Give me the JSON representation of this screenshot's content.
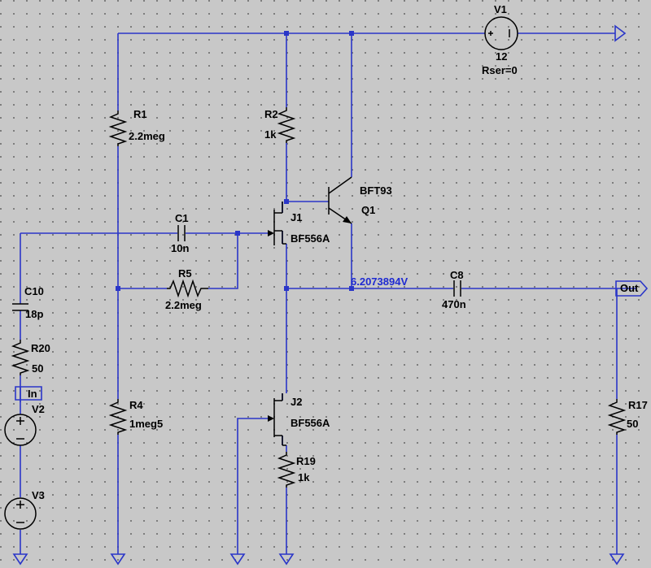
{
  "components": {
    "V1": {
      "ref": "V1",
      "value": "12",
      "extra": "Rser=0"
    },
    "R1": {
      "ref": "R1",
      "value": "2.2meg"
    },
    "R2": {
      "ref": "R2",
      "value": "1k"
    },
    "Q1": {
      "ref": "Q1",
      "model": "BFT93"
    },
    "J1": {
      "ref": "J1",
      "model": "BF556A"
    },
    "C1": {
      "ref": "C1",
      "value": "10n"
    },
    "R5": {
      "ref": "R5",
      "value": "2.2meg"
    },
    "C8": {
      "ref": "C8",
      "value": "470n"
    },
    "C10": {
      "ref": "C10",
      "value": "18p"
    },
    "R20": {
      "ref": "R20",
      "value": "50"
    },
    "V2": {
      "ref": "V2"
    },
    "V3": {
      "ref": "V3"
    },
    "R4": {
      "ref": "R4",
      "value": "1meg5"
    },
    "J2": {
      "ref": "J2",
      "model": "BF556A"
    },
    "R19": {
      "ref": "R19",
      "value": "1k"
    },
    "R17": {
      "ref": "R17",
      "value": "50"
    }
  },
  "net_labels": {
    "in": "In",
    "out": "Out"
  },
  "node_voltage": "6.2073894V"
}
